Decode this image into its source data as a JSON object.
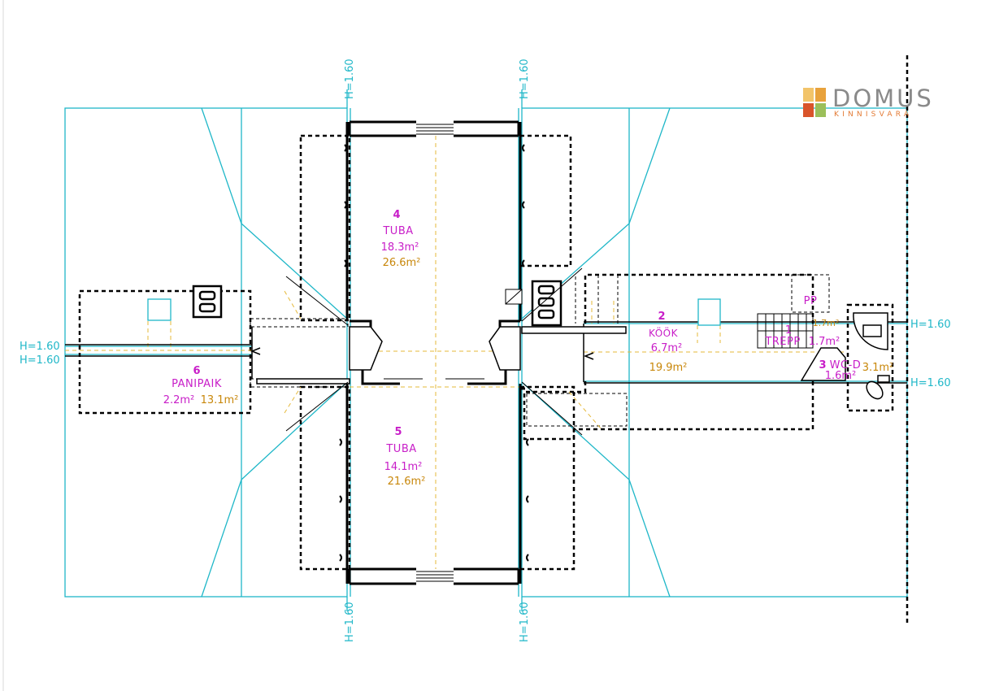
{
  "logo": {
    "word": "DOMUS",
    "sub": "KINNISVARA",
    "colors": [
      "#e8a23c",
      "#d9542a",
      "#f2c46a",
      "#9bbf5a"
    ]
  },
  "colors": {
    "outline": "#1fb7c8",
    "wall": "#000000",
    "dashed_yellow": "#e6b93a",
    "label": "#c81ec8",
    "area_secondary": "#c8870a"
  },
  "rooms": [
    {
      "number": "4",
      "name": "TUBA",
      "area": "18.3m²",
      "area2": "26.6m²"
    },
    {
      "number": "5",
      "name": "TUBA",
      "area": "14.1m²",
      "area2": "21.6m²"
    },
    {
      "number": "6",
      "name": "PANIPAIK",
      "area": "2.2m²",
      "area2": "13.1m²"
    },
    {
      "number": "2",
      "name": "KÖÖK",
      "area": "6.7m²",
      "area2": "19.9m²"
    },
    {
      "number": "1",
      "name": "TREPP",
      "area": "1.7m²",
      "area2": "1.7m²"
    },
    {
      "number": "3",
      "name": "WC-D",
      "area": "1.6m²",
      "area2": "3.1m²"
    },
    {
      "number": "",
      "name": "PP",
      "area": "",
      "area2": ""
    }
  ],
  "height_marks": {
    "top_left": "H=1.60",
    "top_right": "H=1.60",
    "bottom_left": "H=1.60",
    "bottom_right": "H=1.60",
    "left_upper": "H=1.60",
    "left_lower": "H=1.60",
    "right_upper": "H=1.60",
    "right_lower": "H=1.60"
  }
}
